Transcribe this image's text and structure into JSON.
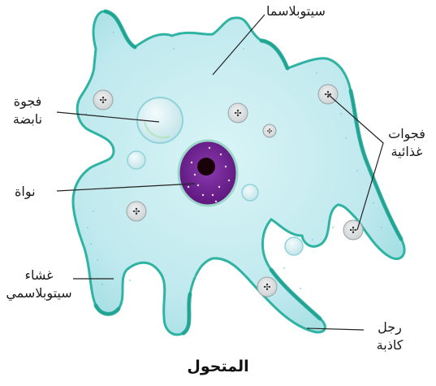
{
  "diagram": {
    "title": "المتحول",
    "labels": {
      "cytoplasm": "سيتوبلاسما",
      "contractile_vacuole": [
        "فجوة",
        "نابضة"
      ],
      "nucleus": "نواة",
      "membrane": [
        "غشاء",
        "سيتوبلاسمي"
      ],
      "food_vacuoles": [
        "فجوات",
        "غذائية"
      ],
      "pseudopod": [
        "رجل",
        "كاذبة"
      ]
    }
  },
  "colors": {
    "cytoplasm_fill": "#c5ecf0",
    "membrane_edge": "#2fb3a3",
    "nucleus_fill": "#6a1f8c",
    "nucleolus": "#1a0008",
    "vacuole_fill": "#e3f4f6",
    "leader_line": "#222222"
  }
}
